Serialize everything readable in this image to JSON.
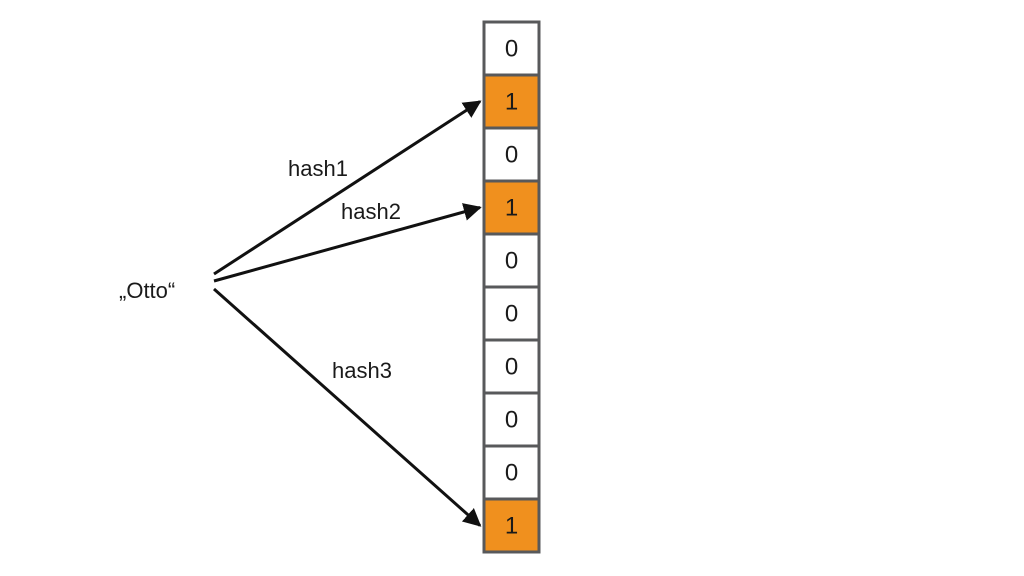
{
  "input": {
    "label": "„Otto“"
  },
  "hashes": [
    {
      "label": "hash1",
      "target": 1
    },
    {
      "label": "hash2",
      "target": 3
    },
    {
      "label": "hash3",
      "target": 9
    }
  ],
  "bits": [
    "0",
    "1",
    "0",
    "1",
    "0",
    "0",
    "0",
    "0",
    "0",
    "1"
  ],
  "colors": {
    "set_bit": "#F0901E",
    "unset_bit": "#FFFFFF",
    "border": "#58595B",
    "arrow": "#111111"
  }
}
